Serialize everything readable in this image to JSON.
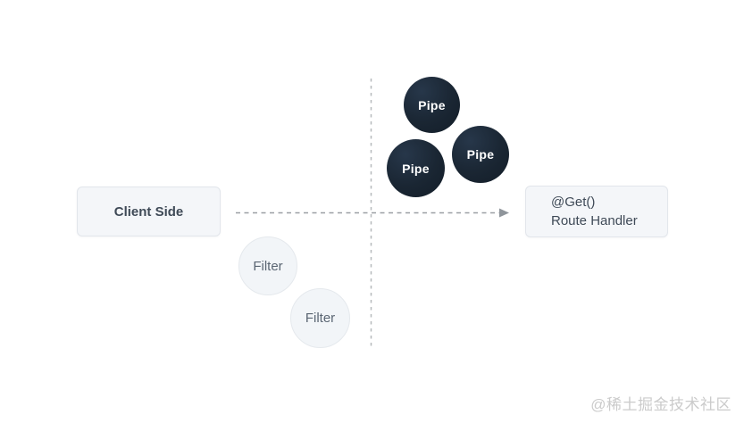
{
  "diagram": {
    "nodes": {
      "client": {
        "label": "Client Side"
      },
      "route_handler": {
        "line1": "@Get()",
        "line2": "Route Handler"
      }
    },
    "pipes": [
      {
        "label": "Pipe"
      },
      {
        "label": "Pipe"
      },
      {
        "label": "Pipe"
      }
    ],
    "filters": [
      {
        "label": "Filter"
      },
      {
        "label": "Filter"
      }
    ],
    "watermark": "@稀土掘金技术社区",
    "colors": {
      "background": "#ffffff",
      "node_box_bg": "#f4f6f9",
      "node_box_border": "#e2e6eb",
      "node_box_text": "#3f4a57",
      "pipe_bg": "#1a2633",
      "pipe_text": "#ffffff",
      "filter_bg": "#f2f5f8",
      "filter_border": "#e5e9ed",
      "filter_text": "#5b6673",
      "arrow_line": "#9b9fa4",
      "divider_line": "#b6b9bc",
      "watermark_text": "#cbcbcb"
    }
  }
}
